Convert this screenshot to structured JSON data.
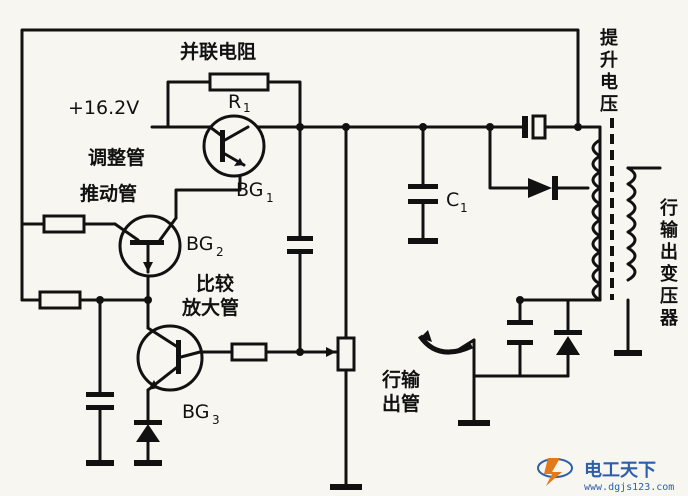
{
  "labels": {
    "parallel_resistor": "并联电阻",
    "supply_voltage": "+16.2V",
    "r1": "R",
    "r1_sub": "1",
    "regulator_tube": "调整管",
    "bg1": "BG",
    "bg1_sub": "1",
    "driver_tube": "推动管",
    "bg2": "BG",
    "bg2_sub": "2",
    "comparator_tube_line1": "比较",
    "comparator_tube_line2": "放大管",
    "bg3": "BG",
    "bg3_sub": "3",
    "c1": "C",
    "c1_sub": "1",
    "boost_voltage": [
      "提",
      "升",
      "电",
      "压"
    ],
    "flyback_transformer": [
      "行",
      "输",
      "出",
      "变",
      "压",
      "器"
    ],
    "line_output_tube_line1": "行输",
    "line_output_tube_line2": "出管"
  },
  "watermark": {
    "brand": "电工天下",
    "url": "www.dgjs123.com",
    "logo_color": "#2c5fa8"
  }
}
